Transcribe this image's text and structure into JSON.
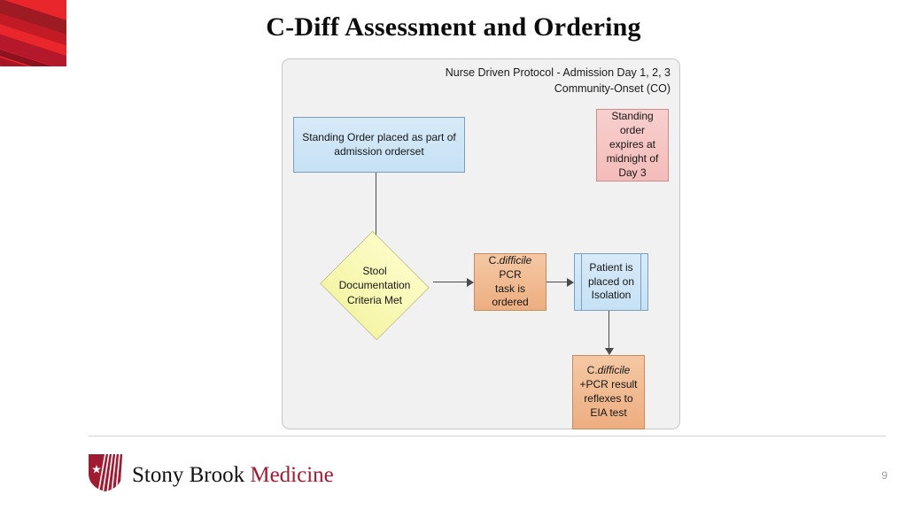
{
  "slide": {
    "title": "C-Diff Assessment and Ordering",
    "page_number": "9"
  },
  "decor": {
    "corner_accent_color": "#E8262C",
    "corner_accent_name": "red-angled-stripes"
  },
  "diagram": {
    "header_line1": "Nurse Driven Protocol - Admission Day 1, 2, 3",
    "header_line2": "Community-Onset (CO)",
    "background_color": "#F1F1F1",
    "nodes": {
      "standing_order": {
        "text": "Standing Order placed as part of admission orderset",
        "shape": "rectangle",
        "color": "#C6E1F5"
      },
      "expiry_note": {
        "line1": "Standing order",
        "line2": "expires at",
        "line3": "midnight of",
        "line4": "Day 3",
        "shape": "rectangle",
        "color": "#F4BCBA"
      },
      "decision": {
        "line1": "Stool",
        "line2": "Documentation",
        "line3": "Criteria Met",
        "shape": "diamond",
        "color": "#F5F5A8"
      },
      "pcr_task": {
        "prefix": "C.",
        "italic": "difficile",
        "suffix": " PCR",
        "line2": "task is",
        "line3": "ordered",
        "shape": "rectangle",
        "color": "#EDAE80"
      },
      "isolation": {
        "line1": "Patient is",
        "line2": "placed on",
        "line3": "Isolation",
        "shape": "predefined-process",
        "color": "#C6E1F5"
      },
      "reflex_eia": {
        "prefix": "C.",
        "italic": "difficile",
        "line2": "+PCR result",
        "line3": "reflexes to",
        "line4": "EIA test",
        "shape": "rectangle",
        "color": "#EDAE80"
      }
    }
  },
  "logo": {
    "primary_text": "Stony Brook",
    "accent_text": "Medicine",
    "accent_color": "#9E1B32",
    "shield_name": "stony-brook-shield"
  }
}
